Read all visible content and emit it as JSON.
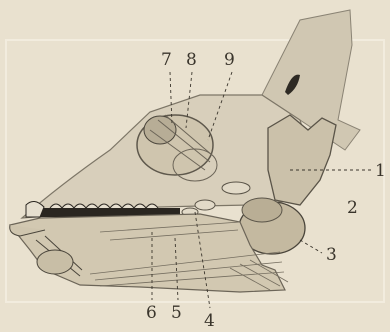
{
  "labels": {
    "l1": "1",
    "l2": "2",
    "l3": "3",
    "l4": "4",
    "l5": "5",
    "l6": "6",
    "l7": "7",
    "l8": "8",
    "l9": "9"
  },
  "colors": {
    "paper": "#e9e1cf",
    "ink": "#3a352c",
    "bone": "#d6cdb8",
    "shadow": "#6c6558"
  }
}
